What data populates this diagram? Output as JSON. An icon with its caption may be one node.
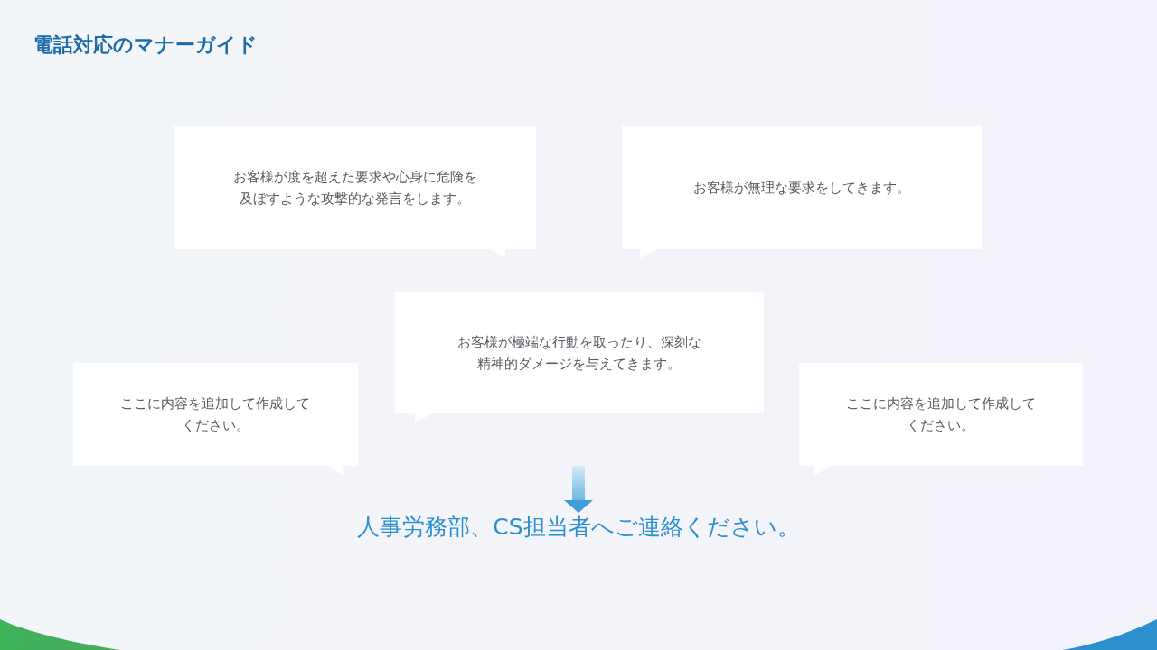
{
  "diagram": {
    "title": "電話対応のマナーガイド",
    "nodes": [
      {
        "text": [
          "お客様が度を超えた要求や心身に危険を及ぼすような攻撃的な発言をします。"
        ]
      },
      {
        "text": [
          "お客様が無理な要求をしてきます。"
        ]
      },
      {
        "text": [
          "お客様が極端な行動を取ったり、深刻な精神的ダメージを与えてきます。"
        ]
      },
      {
        "text": [
          "ここに内容を追加して作成してください。"
        ]
      },
      {
        "text": [
          "ここに内容を追加して作成してください。"
        ]
      },
      {
        "text": [
          "人事労務部、CS担当者へご連絡ください。"
        ]
      }
    ],
    "edges": [
      {
        "from": null,
        "to": 5,
        "arrow": "to"
      }
    ]
  }
}
